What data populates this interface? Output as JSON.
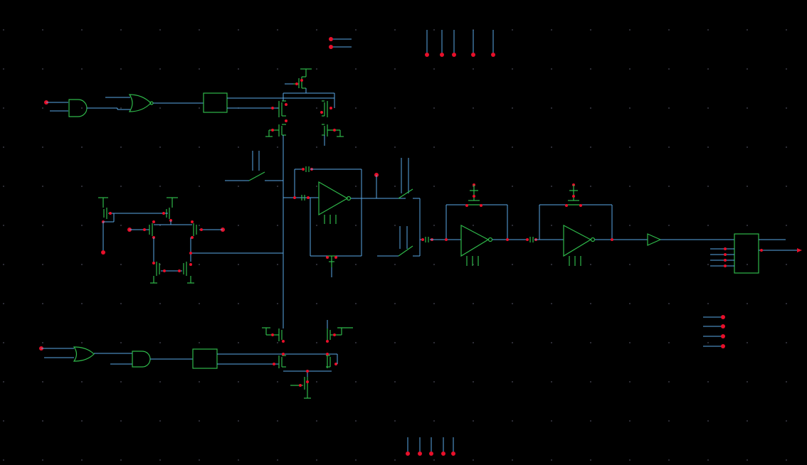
{
  "view": {
    "background": "#000000",
    "grid_dot_color": "#4a4a5a"
  },
  "colors": {
    "wire": "#5aa8e6",
    "component": "#2fb84a",
    "pin": "#e8102a"
  },
  "components": [
    "and-gate",
    "or-gate",
    "logic-block",
    "pmos-transistor",
    "nmos-transistor",
    "switch",
    "capacitor",
    "op-amp",
    "inverter",
    "buffer",
    "mux-block",
    "ground",
    "vdd-supply"
  ]
}
